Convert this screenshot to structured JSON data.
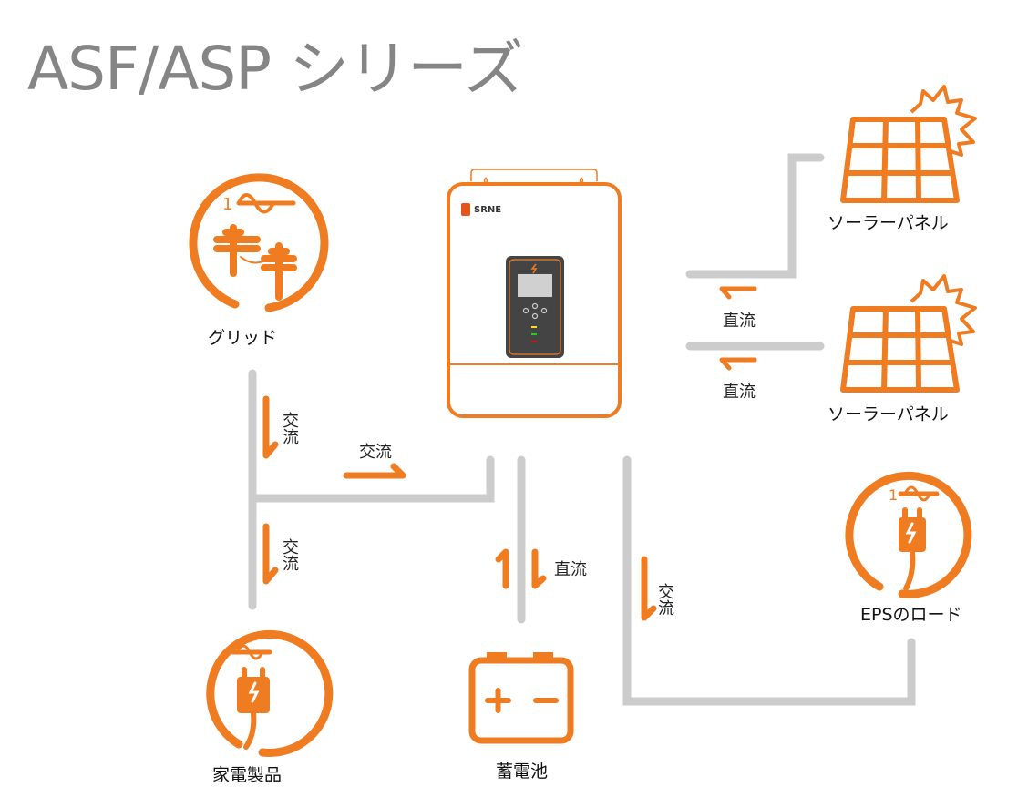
{
  "title": "ASF/ASP シリーズ",
  "colors": {
    "accent": "#f07c22",
    "line": "#cccccc",
    "title": "#858585",
    "panel": "#444444"
  },
  "inverter": {
    "brand": "SRNE",
    "leds": [
      "#f0e020",
      "#22cc22",
      "#dd1111"
    ]
  },
  "nodes": {
    "grid": {
      "label": "グリッド",
      "icon": "utility-pole-icon",
      "phase": "1"
    },
    "appliances": {
      "label": "家電製品",
      "icon": "plug-icon"
    },
    "battery": {
      "label": "蓄電池",
      "icon": "battery-icon",
      "plus": "+",
      "minus": "−"
    },
    "eps_load": {
      "label": "EPSのロード",
      "icon": "plug-icon",
      "phase": "1"
    },
    "solar1": {
      "label": "ソーラーパネル",
      "icon": "solar-panel-icon"
    },
    "solar2": {
      "label": "ソーラーパネル",
      "icon": "solar-panel-icon"
    }
  },
  "flows": {
    "grid_down": "交流",
    "grid_to_inverter": "交流",
    "to_appliances": "交流",
    "battery": "直流",
    "to_eps": "交流",
    "solar1": "直流",
    "solar2": "直流"
  }
}
